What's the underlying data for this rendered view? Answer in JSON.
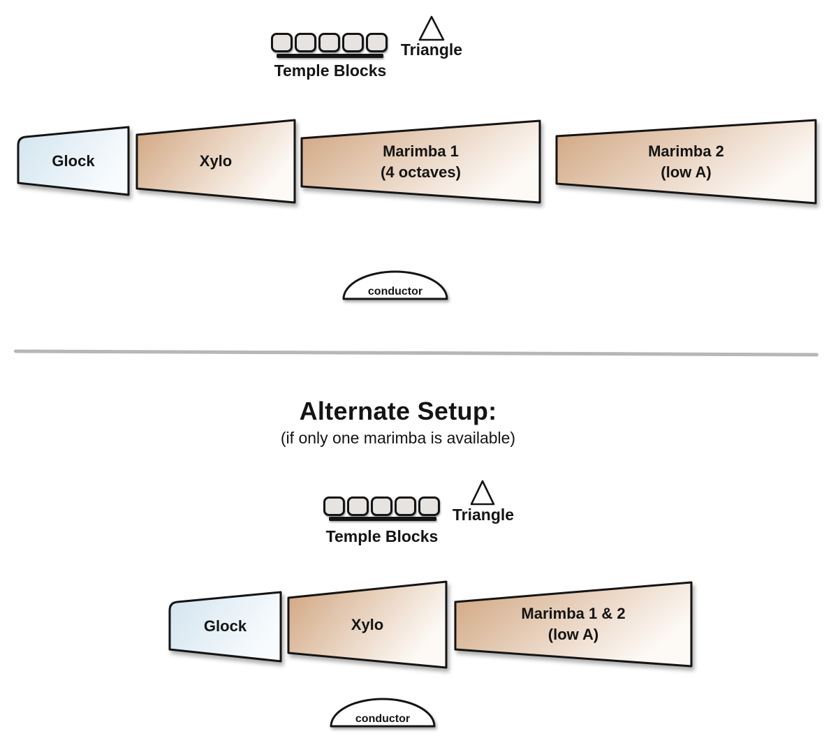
{
  "colors": {
    "tan_dark": "#d0a47e",
    "tan_light": "#fdf9f5",
    "blue_dark": "#d2e4ef",
    "blue_light": "#f8fbfd",
    "outline": "#141414",
    "divider_gray": "#b7b7b7",
    "temple_block_fill": "#e6e3e0"
  },
  "main_setup": {
    "temple_blocks": {
      "label": "Temple Blocks",
      "block_count": 5
    },
    "triangle": {
      "label": "Triangle"
    },
    "instruments": [
      {
        "label": "Glock"
      },
      {
        "label": "Xylo"
      },
      {
        "label": "Marimba 1",
        "sublabel": "(4 octaves)"
      },
      {
        "label": "Marimba 2",
        "sublabel": "(low A)"
      }
    ],
    "conductor": {
      "label": "conductor"
    }
  },
  "alternate_setup": {
    "heading": "Alternate Setup:",
    "subheading": "(if only one marimba is available)",
    "temple_blocks": {
      "label": "Temple Blocks",
      "block_count": 5
    },
    "triangle": {
      "label": "Triangle"
    },
    "instruments": [
      {
        "label": "Glock"
      },
      {
        "label": "Xylo"
      },
      {
        "label": "Marimba 1 & 2",
        "sublabel": "(low A)"
      }
    ],
    "conductor": {
      "label": "conductor"
    }
  }
}
